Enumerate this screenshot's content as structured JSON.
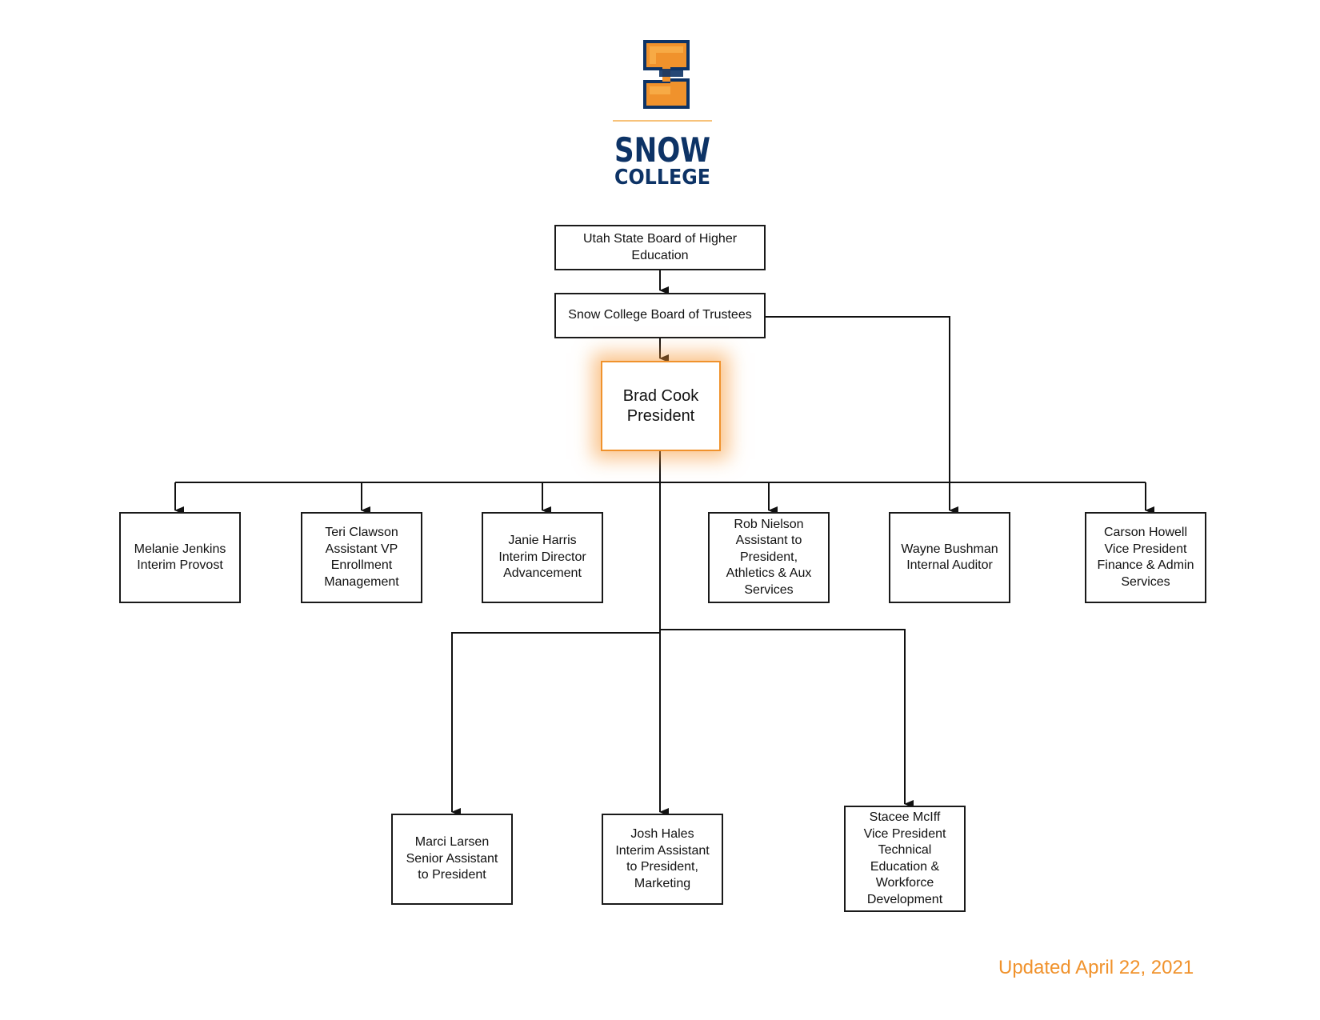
{
  "logo": {
    "name": "Snow College",
    "line1": "SNOW",
    "line2": "COLLEGE",
    "letter": "S",
    "colors": {
      "navy": "#0d3366",
      "orange": "#f0922c",
      "orange_light": "#f7aa45"
    }
  },
  "org_chart": {
    "level1": {
      "lines": [
        "Utah State Board of Higher",
        "Education"
      ]
    },
    "level2": {
      "lines": [
        "Snow College Board of Trustees"
      ]
    },
    "president": {
      "lines": [
        "Brad Cook",
        "President"
      ]
    },
    "direct_reports": [
      {
        "lines": [
          "Melanie Jenkins",
          "Interim Provost"
        ]
      },
      {
        "lines": [
          "Teri Clawson",
          "Assistant VP",
          "Enrollment",
          "Management"
        ]
      },
      {
        "lines": [
          "Janie Harris",
          "Interim Director",
          "Advancement"
        ]
      },
      {
        "lines": [
          "Rob Nielson",
          "Assistant to",
          "President,",
          "Athletics & Aux",
          "Services"
        ]
      },
      {
        "lines": [
          "Wayne Bushman",
          "Internal Auditor"
        ]
      },
      {
        "lines": [
          "Carson Howell",
          "Vice President",
          "Finance & Admin",
          "Services"
        ]
      }
    ],
    "lower_reports": [
      {
        "lines": [
          "Marci Larsen",
          "Senior Assistant",
          "to President"
        ]
      },
      {
        "lines": [
          "Josh Hales",
          "Interim Assistant",
          "to President,",
          "Marketing"
        ]
      },
      {
        "lines": [
          "Stacee McIff",
          "Vice President",
          "Technical",
          "Education &",
          "Workforce",
          "Development"
        ]
      }
    ],
    "highlight_color": "#f0922c"
  },
  "footer": {
    "updated": "Updated April 22, 2021"
  }
}
